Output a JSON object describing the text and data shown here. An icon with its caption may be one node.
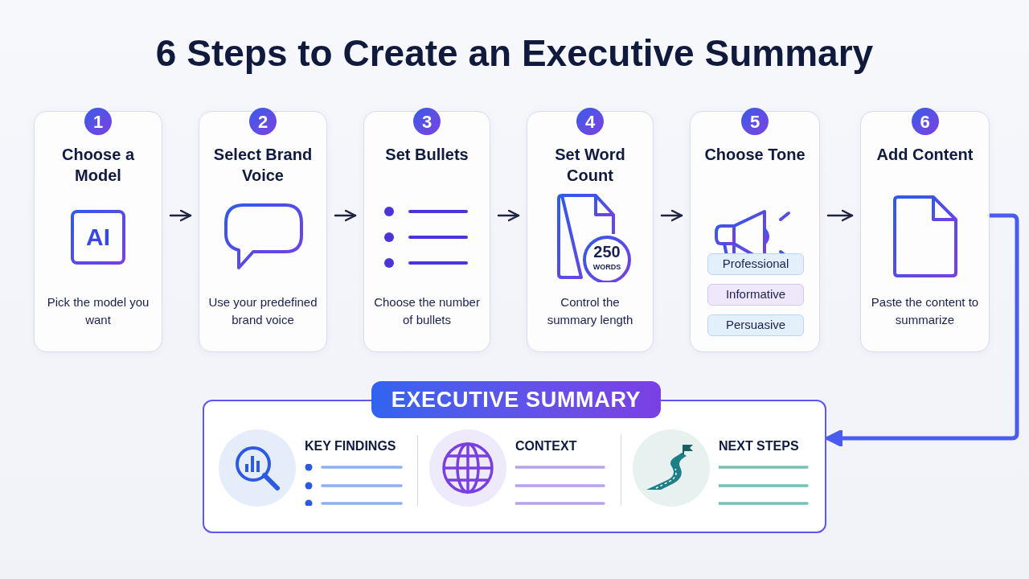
{
  "diagram": {
    "title": "6 Steps to Create an Executive Summary",
    "nodes": [
      {
        "text": [
          "1",
          "Choose a Model",
          "AI",
          "Pick the model you want"
        ]
      },
      {
        "text": [
          "2",
          "Select Brand Voice",
          "Use your predefined brand voice"
        ]
      },
      {
        "text": [
          "3",
          "Set Bullets",
          "Choose the number of bullets"
        ]
      },
      {
        "text": [
          "4",
          "Set Word Count",
          "250",
          "WORDS",
          "Control the summary length"
        ]
      },
      {
        "text": [
          "5",
          "Choose Tone"
        ]
      },
      {
        "text": [
          "Professional"
        ],
        "in": 4
      },
      {
        "text": [
          "Informative"
        ],
        "in": 4
      },
      {
        "text": [
          "Persuasive"
        ],
        "in": 4
      },
      {
        "text": [
          "6",
          "Add Content",
          "Paste the content to summarize"
        ]
      },
      {
        "text": [
          "EXECUTIVE SUMMARY",
          "KEY FINDINGS",
          "CONTEXT",
          "NEXT STEPS"
        ]
      }
    ],
    "edges": [
      {
        "from": 0,
        "to": 1,
        "arrow": "to"
      },
      {
        "from": 1,
        "to": 2,
        "arrow": "to"
      },
      {
        "from": 2,
        "to": 3,
        "arrow": "to"
      },
      {
        "from": 3,
        "to": 4,
        "arrow": "to"
      },
      {
        "from": 4,
        "to": 8,
        "arrow": "to"
      },
      {
        "from": 8,
        "to": 9,
        "arrow": "to",
        "style": "thick",
        "color": "#4a5cf0"
      }
    ]
  }
}
